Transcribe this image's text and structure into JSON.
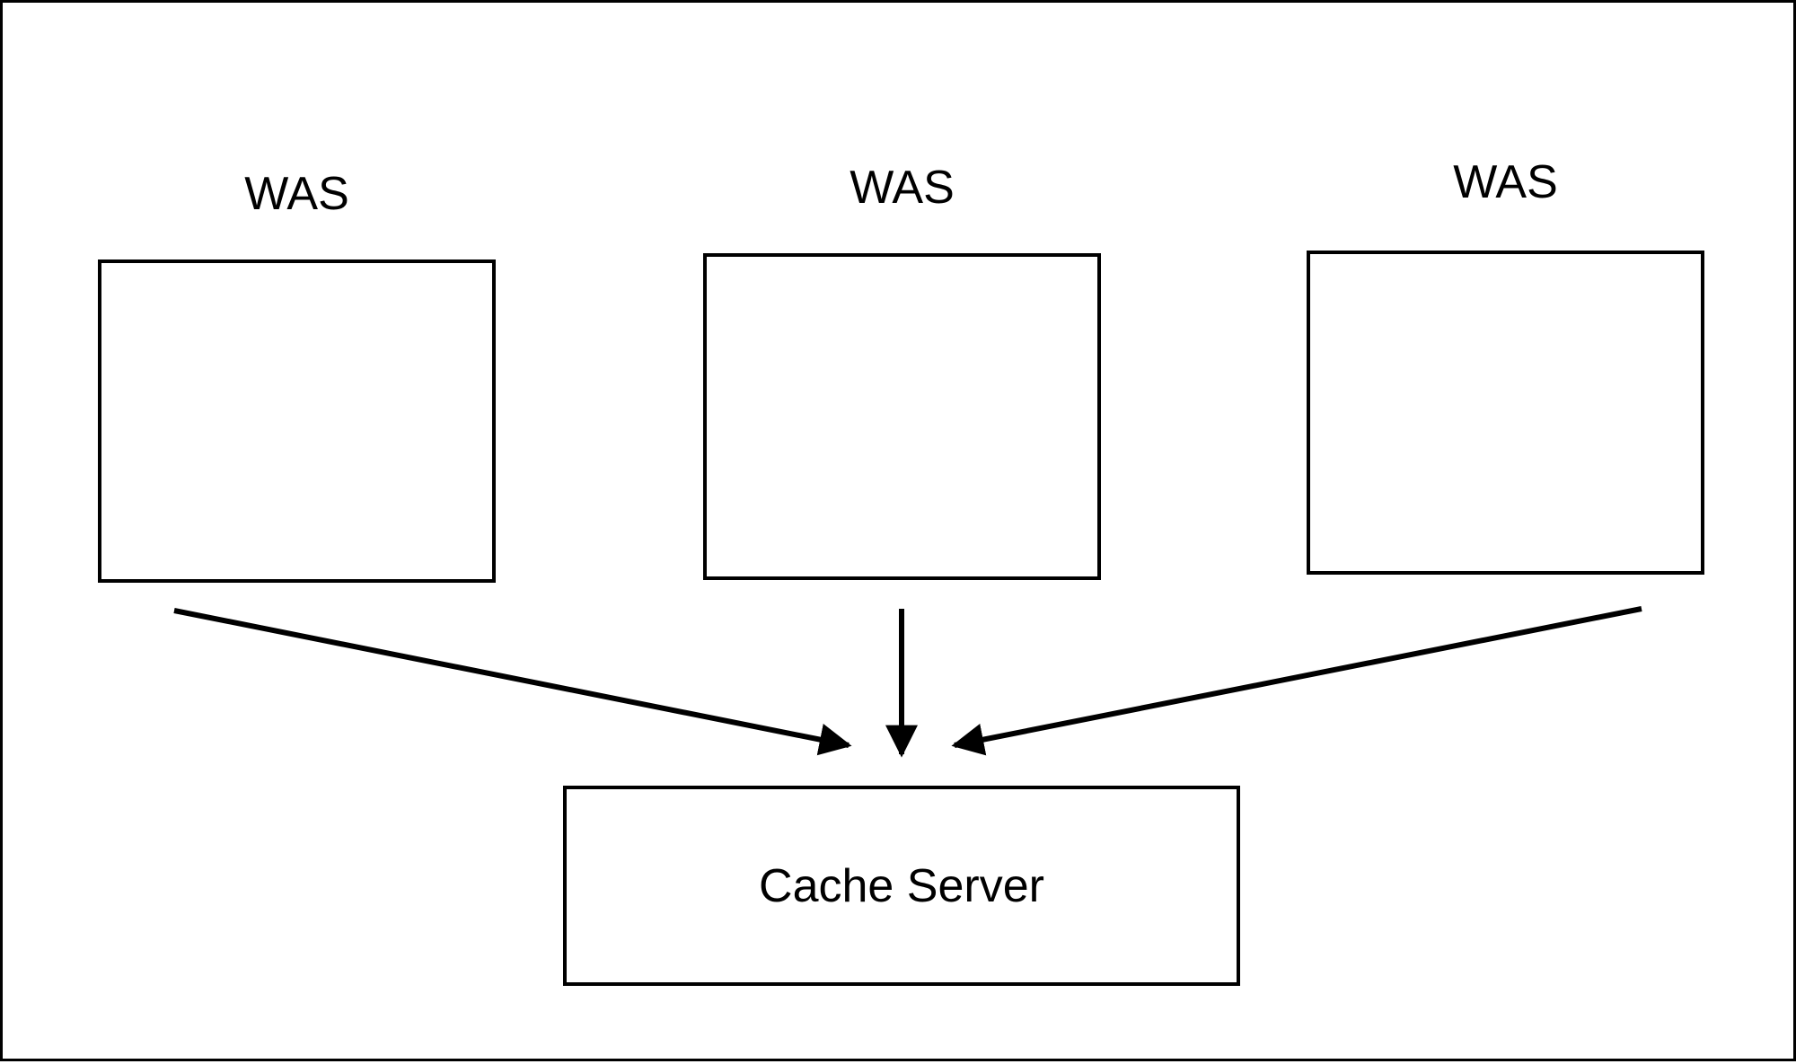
{
  "diagram": {
    "nodes": [
      {
        "id": "was-1",
        "label": "WAS"
      },
      {
        "id": "was-2",
        "label": "WAS"
      },
      {
        "id": "was-3",
        "label": "WAS"
      },
      {
        "id": "cache",
        "label": "Cache Server"
      }
    ],
    "edges": [
      {
        "from": "was-1",
        "to": "cache"
      },
      {
        "from": "was-2",
        "to": "cache"
      },
      {
        "from": "was-3",
        "to": "cache"
      }
    ]
  },
  "colors": {
    "stroke": "#000000",
    "background": "#ffffff"
  }
}
